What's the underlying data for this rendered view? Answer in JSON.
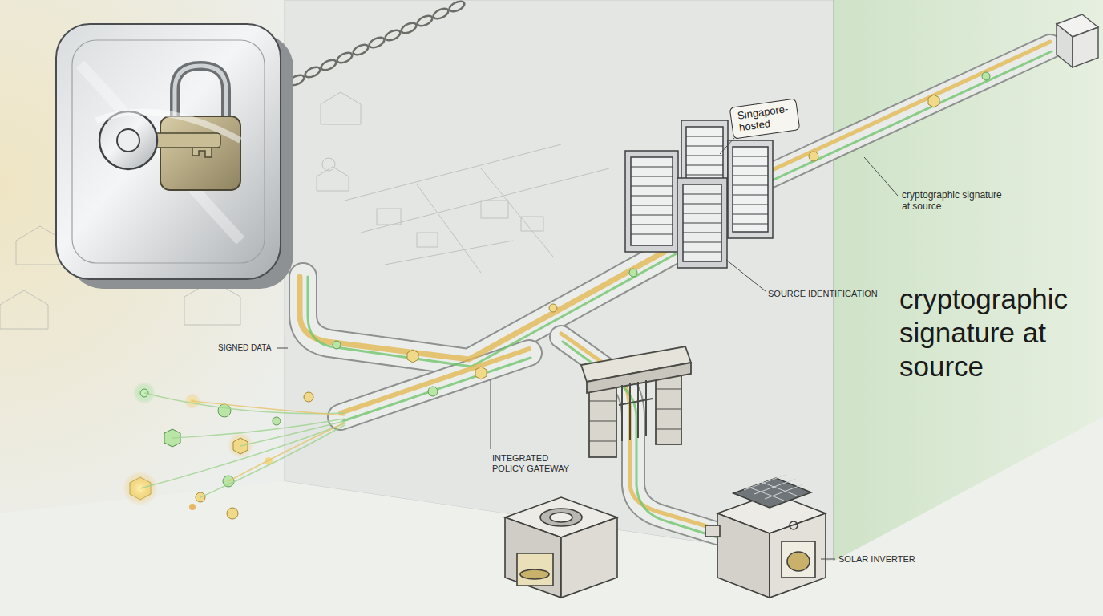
{
  "diagram": {
    "title": "cryptographic signature at source",
    "nodes": [
      {
        "text": [
          "Singapore-hosted"
        ]
      }
    ],
    "labels": [
      "cryptographic signature at source",
      "SOURCE IDENTIFICATION",
      "SIGNED DATA",
      "INTEGRATED POLICY GATEWAY",
      "SOLAR INVERTER"
    ]
  }
}
